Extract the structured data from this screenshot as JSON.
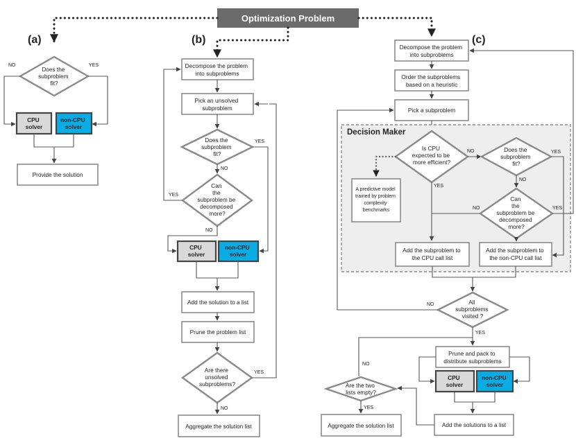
{
  "title": "Optimization Problem",
  "panels": {
    "a": {
      "label": "(a)",
      "fit_question": [
        "Does the",
        "subproblem",
        "fit?"
      ],
      "no": "NO",
      "yes": "YES",
      "cpu_solver": [
        "CPU",
        "solver"
      ],
      "noncpu_solver": [
        "non-CPU",
        "solver"
      ],
      "provide": "Provide the solution"
    },
    "b": {
      "label": "(b)",
      "decompose": [
        "Decompose the problem",
        "into subproblems"
      ],
      "pick": [
        "Pick an unsolved",
        "subproblem"
      ],
      "fit_question": [
        "Does the",
        "subproblem",
        "fit?"
      ],
      "yes_fit": "YES",
      "no_fit": "NO",
      "decomp_question": [
        "Can",
        "the",
        "subproblem be",
        "decomposed",
        "more?"
      ],
      "yes_decomp": "YES",
      "no_decomp": "NO",
      "cpu_solver": [
        "CPU",
        "solver"
      ],
      "noncpu_solver": [
        "non-CPU",
        "solver"
      ],
      "add_solution": "Add the solution to a list",
      "prune": "Prune the problem list",
      "unsolved_question": [
        "Are there",
        "unsolved",
        "subproblems?"
      ],
      "yes_unsolved": "YES",
      "no_unsolved": "NO",
      "aggregate": "Aggregate the solution list"
    },
    "c": {
      "label": "(c)",
      "decompose": [
        "Decompose the problem",
        "into subproblems"
      ],
      "order": [
        "Order the subproblems",
        "based on a heuristic"
      ],
      "pick": "Pick a subproblem",
      "decision_maker": "Decision Maker",
      "cpu_question": [
        "Is CPU",
        "expected to be",
        "more efficient?"
      ],
      "no_cpu": "NO",
      "yes_cpu": "YES",
      "model": [
        "A predictive model",
        "trained by problem",
        "complexity",
        "benchmarks"
      ],
      "fit_question": [
        "Does the",
        "subproblem",
        "fit?"
      ],
      "yes_fit": "YES",
      "no_fit": "NO",
      "decomp_question": [
        "Can",
        "the",
        "subproblem be",
        "decomposed",
        "more?"
      ],
      "no_decomp": "NO",
      "yes_decomp": "YES",
      "add_cpu": [
        "Add the subproblem to",
        "the CPU call list"
      ],
      "add_noncpu": [
        "Add the subproblem to",
        "the non-CPU call list"
      ],
      "visited_question": [
        "All",
        "subproblems",
        "visited ?"
      ],
      "no_visited": "NO",
      "yes_visited": "YES",
      "prune_pack": [
        "Prune and pack to",
        "distribute subproblems"
      ],
      "cpu_solver": [
        "CPU",
        "solver"
      ],
      "noncpu_solver": [
        "non-CPU",
        "solver"
      ],
      "add_solutions": "Add the solutions to a list",
      "empty_question": [
        "Are the two",
        "lists empty?"
      ],
      "no_empty": "NO",
      "yes_empty": "YES",
      "aggregate": "Aggregate the solution list"
    }
  }
}
